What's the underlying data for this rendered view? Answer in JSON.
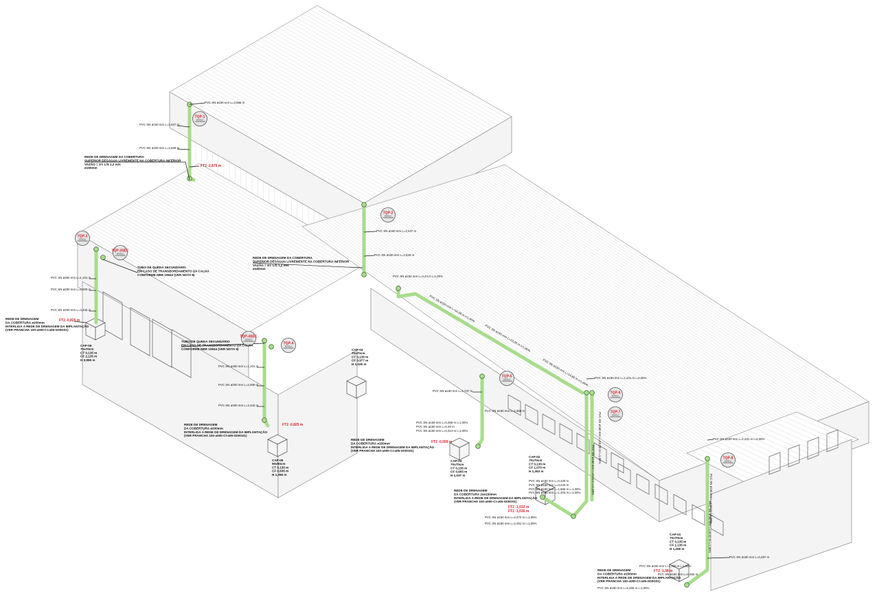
{
  "colors": {
    "pipe": "#a8dc8c",
    "tag_text": "#d8232a",
    "level_text": "#d8232a"
  },
  "tags": [
    {
      "id": "TQP-1",
      "label": "TQP-1",
      "sub": [
        "MODELO",
        "CAPACIDADE"
      ]
    },
    {
      "id": "TQP-2",
      "label": "TQP-2",
      "sub": [
        "MODELO",
        "CAPACIDADE"
      ]
    },
    {
      "id": "TQP-3",
      "label": "TQP-3",
      "sub": [
        "MODELO",
        "CAPACIDADE"
      ]
    },
    {
      "id": "TQP-3SEC",
      "label": "TQP-3SEC",
      "sub": [
        "MODELO",
        "CAPACIDADE"
      ]
    },
    {
      "id": "TQP-4",
      "label": "TQP-4",
      "sub": [
        "MODELO",
        "CAPACIDADE"
      ]
    },
    {
      "id": "TQP-4SEC",
      "label": "TQP-4SEC",
      "sub": [
        "MODELO",
        "CAPACIDADE"
      ]
    },
    {
      "id": "TQP-5",
      "label": "TQP-5",
      "sub": [
        "MODELO",
        "CAPACIDADE"
      ]
    },
    {
      "id": "TQP-6",
      "label": "TQP-6",
      "sub": [
        "MODELO",
        "CAPACIDADE"
      ]
    },
    {
      "id": "TQP-7",
      "label": "TQP-7",
      "sub": [
        "MODELO",
        "CAPACIDADE"
      ]
    },
    {
      "id": "TQP-8",
      "label": "TQP-8",
      "sub": [
        "MODELO",
        "CAPACIDADE"
      ]
    }
  ],
  "pipe_labels": [
    "PVC SN ø150 mm L=3,086 m",
    "PVC SN ø150 mm L=2,047 m",
    "PVC SN ø150 mm L=2,629 m",
    "PVC SN ø150 mm L=2,047 m",
    "PVC SN ø150 mm L=2,620 m",
    "PVC SN ø150 mm L=4,44 m i=1,00%",
    "PVC SN ø200 mm L=1,101 m",
    "PVC SN ø200 mm L=2,000 m",
    "PVC SN ø200 mm L=3,342 m",
    "PVC SN ø200 mm L=1,101 m",
    "PVC SN ø200 mm L=2,000 m",
    "PVC SN ø200 mm L=3,342 m",
    "PVC SN ø150 mm L=1,737 m",
    "PVC SN ø150 mm L=1,968 m",
    "PVC SN ø150 mm L=0,455 m i=1,00%",
    "PVC SN ø150 mm L=0,40 m",
    "PVC SN ø150 mm L=0,313 m i=1,00%",
    "PVC SN ø150 mm L=1,231 m i=2,00%",
    "PVC SN ø150 mm L=1,231 m i=2,00%",
    "PVC SN ø150 mm L=0,497 m",
    "PVC SN ø150 mm L=0,420 m",
    "PVC SN ø150 mm L=0,420 m",
    "PVC SN ø150 mm L=1,566 m i=1,00%",
    "PVC SN ø150 mm L=1,403 m i=1,00%",
    "PVC SN ø150 mm L=2,372 m i=1,00%",
    "PVC SN ø150 mm L=2,451 m i=1,00%",
    "PVC SN ø150 mm L=1,765 m i=1,00%",
    "PVC SN ø150 mm L=0,462 m",
    "PVC SN ø150 mm L=5,465 m i=1,00%",
    "PVC SN ø150 mm L=16,69 m i=1,00%",
    "PVC SN ø150 mm L=15,00 m i=1,00%",
    "PVC SN ø150 mm L=14,86 m i=1,00%",
    "PVC SN ø150 mm L=10,00 m i=1,00%",
    "PVC SN ø150 mm L=8,53 m i=1,00%",
    "PVC SN ø150 mm L=4,83 m i=1,00%",
    "PVC SN ø150 mm L=18,02 m i=1,00%"
  ],
  "levels": [
    "FT2 -2,875 m",
    "FT2 -0,825 m",
    "FT2 -0,825 m",
    "FT2 -0,559 m",
    "FT2 -1,032 m",
    "FT2 -1,036 m",
    "FT2 -1,38 m"
  ],
  "notes": [
    [
      "REDE DE DRENAGEM DA COBERTURA",
      "SUPERIOR DESÁGUA LIVREMENTE NA COBERTURA INFERIOR",
      "VAZÃO = 3½ L/S 1,2 m/s",
      "ø150mm"
    ],
    [
      "REDE DE DRENAGEM DA COBERTURA",
      "SUPERIOR DESÁGUA LIVREMENTE NA COBERTURA INFERIOR",
      "VAZÃO = 3½ L/S 1,2 m/s",
      "ø150mm"
    ],
    [
      "TUBO DE QUEDA SECUNDÁRIO",
      "EM CASO DE TRANSBORDAMENTO DA CALHA",
      "CONFORME NBR 10844 (VER NOTA 8)"
    ],
    [
      "TUBO DE QUEDA SECUNDÁRIO",
      "EM CASO DE TRANSBORDAMENTO DA CALHA",
      "CONFORME NBR 10844 (VER NOTA 8)"
    ],
    [
      "REDE DE DRENAGEM",
      "DA COBERTURA ø200mm",
      "INTERLIGA A REDE DE DRENAGEM DA IMPLANTAÇÃO",
      "(VER PRANCHA 100-a000-CI-a05-G00G01)"
    ],
    [
      "REDE DE DRENAGEM",
      "DA COBERTURA ø200mm",
      "INTERLIGA A REDE DE DRENAGEM DA IMPLANTAÇÃO",
      "(VER PRANCHA 100-a000-CI-a05-G00G01)"
    ],
    [
      "REDE DE DRENAGEM",
      "DA COBERTURA ø150mm",
      "INTERLIGA A REDE DE DRENAGEM DA IMPLANTAÇÃO",
      "(VER PRANCHA 100-a000-CI-a05-G00G01)"
    ],
    [
      "REDE DE DRENAGEM",
      "DA COBERTURA 2xø150mm",
      "INTERLIGA A REDE DE DRENAGEM DA IMPLANTAÇÃO",
      "(VER PRANCHA 100-a000-CI-a05-G00G01)"
    ],
    [
      "REDE DE DRENAGEM",
      "DA COBERTURA ø150mm",
      "INTERLIGA A REDE DE DRENAGEM DA IMPLANTAÇÃO",
      "(VER PRANCHA 100-a000-CI-a05-G00G01)"
    ]
  ],
  "boxes": [
    [
      "CAP-06",
      "70x70cm",
      "CT 0,135 m",
      "CF 2,135 m",
      "H 0,966 m"
    ],
    [
      "CAP-04",
      "70x70cm",
      "CT 0,135 m",
      "CF 0,977 m",
      "H 1,026 m"
    ],
    [
      "CAP-05",
      "90x90cm",
      "CT 0,135 m",
      "CF 0,635 m",
      "H 1,366 m"
    ],
    [
      "CAP-03",
      "70x70cm",
      "CT 0,135 m",
      "CF 0,905 m",
      "H 1,037 m"
    ],
    [
      "CAP-02",
      "70x70cm",
      "CT 0,135 m",
      "CF 1,070 m",
      "H 1,363 m"
    ],
    [
      "CAP-01",
      "70x70cm",
      "CT 0,135 m",
      "CF 1,135 m",
      "H 1,268 m"
    ]
  ]
}
